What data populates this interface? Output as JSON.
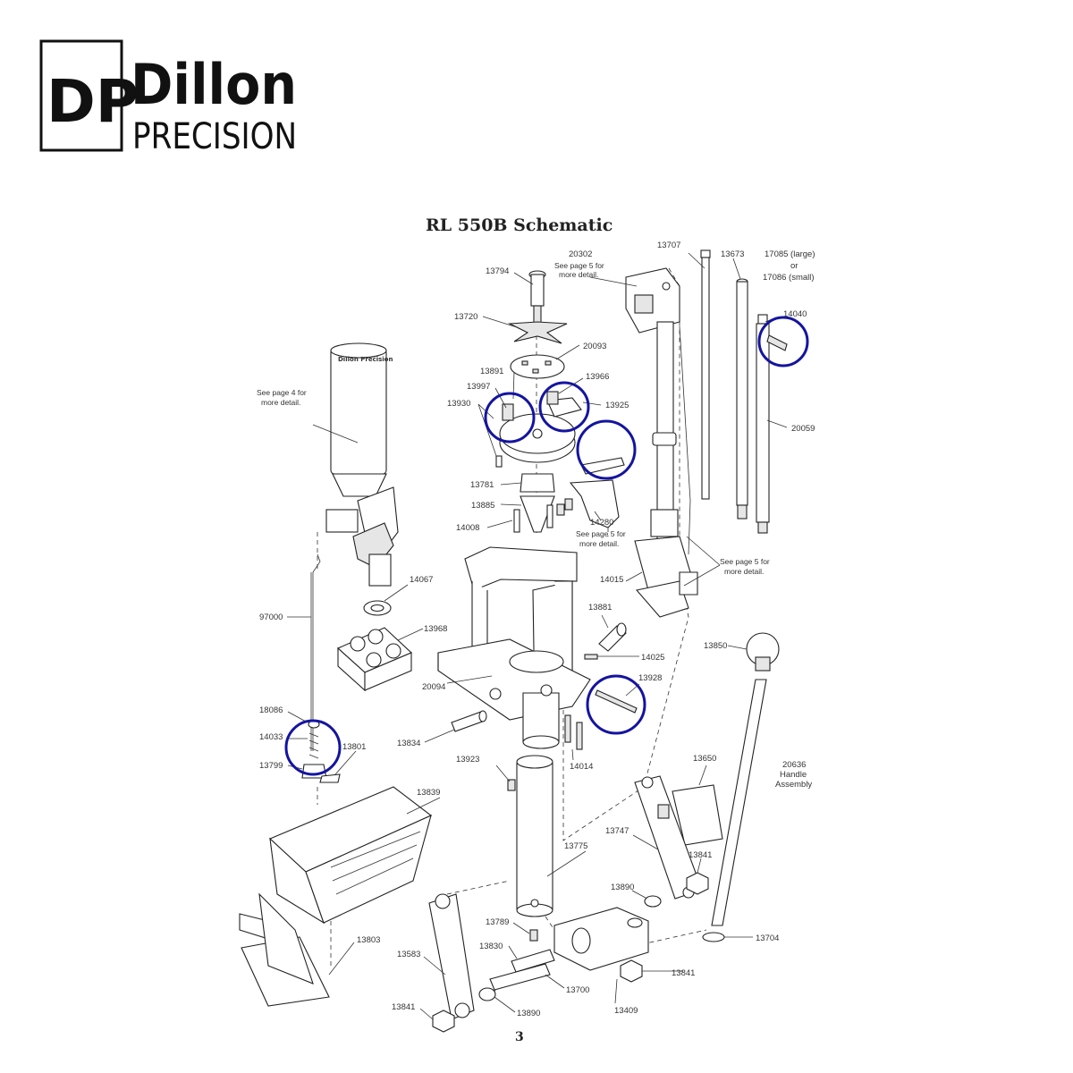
{
  "brand": {
    "logo_mark": "DP",
    "name_line1": "Dillon",
    "name_line2": "PRECISION"
  },
  "title": "RL 550B Schematic",
  "page_number": "3",
  "hopper_text": "Dillon Precision",
  "highlight_color": "#1414a0",
  "parts": {
    "p13794": "13794",
    "p13720": "13720",
    "p20302": "20302",
    "p13707": "13707",
    "p13673": "13673",
    "p17085": "17085 (large)",
    "p_or": "or",
    "p17086": "17086 (small)",
    "p14040": "14040",
    "p20093": "20093",
    "p13891": "13891",
    "p13966": "13966",
    "p13997": "13997",
    "p13930": "13930",
    "p13925": "13925",
    "p20059": "20059",
    "p13781": "13781",
    "p13885": "13885",
    "p14008": "14008",
    "p14280": "14280",
    "p14067": "14067",
    "p14015": "14015",
    "p97000": "97000",
    "p13881": "13881",
    "p13968": "13968",
    "p13850": "13850",
    "p14025": "14025",
    "p20094": "20094",
    "p13928": "13928",
    "p13834": "13834",
    "p18086": "18086",
    "p14033": "14033",
    "p13801": "13801",
    "p13799": "13799",
    "p14014": "14014",
    "p13923": "13923",
    "p13650": "13650",
    "p20636a": "20636",
    "p20636b": "Handle",
    "p20636c": "Assembly",
    "p13839": "13839",
    "p13747": "13747",
    "p13775": "13775",
    "p13841a": "13841",
    "p13890a": "13890",
    "p13789": "13789",
    "p13704": "13704",
    "p13803": "13803",
    "p13830": "13830",
    "p13841b": "13841",
    "p13583": "13583",
    "p13700": "13700",
    "p13409": "13409",
    "p13841c": "13841",
    "p13890b": "13890"
  },
  "notes": {
    "n20302a": "See page 5 for",
    "n20302b": "more detail.",
    "n_hopper_a": "See page 4 for",
    "n_hopper_b": "more detail.",
    "n14280a": "See page 5 for",
    "n14280b": "more detail.",
    "n_right_a": "See page 5 for",
    "n_right_b": "more detail."
  }
}
